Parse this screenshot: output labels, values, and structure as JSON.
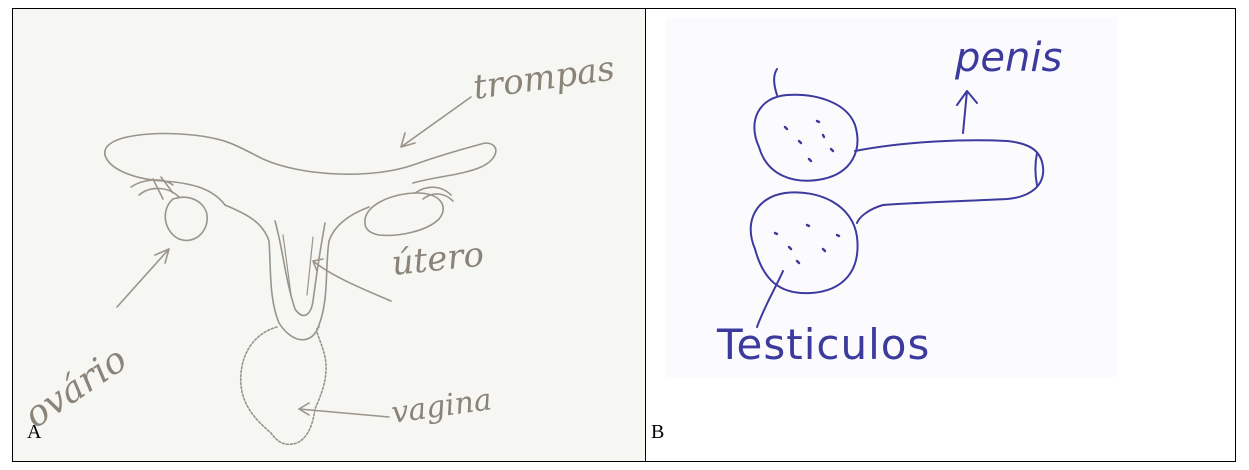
{
  "panels": [
    {
      "label": "A",
      "annotations": {
        "tubes": "trompas",
        "uterus": "útero",
        "ovary": "ovário",
        "vagina": "vagina"
      }
    },
    {
      "label": "B",
      "annotations": {
        "penis": "penis",
        "testicles": "Testiculos"
      }
    }
  ],
  "colors": {
    "pencil": "#8a8378",
    "pen": "#3d3a9e",
    "paper_a": "#f6f6f3",
    "border": "#000000"
  }
}
